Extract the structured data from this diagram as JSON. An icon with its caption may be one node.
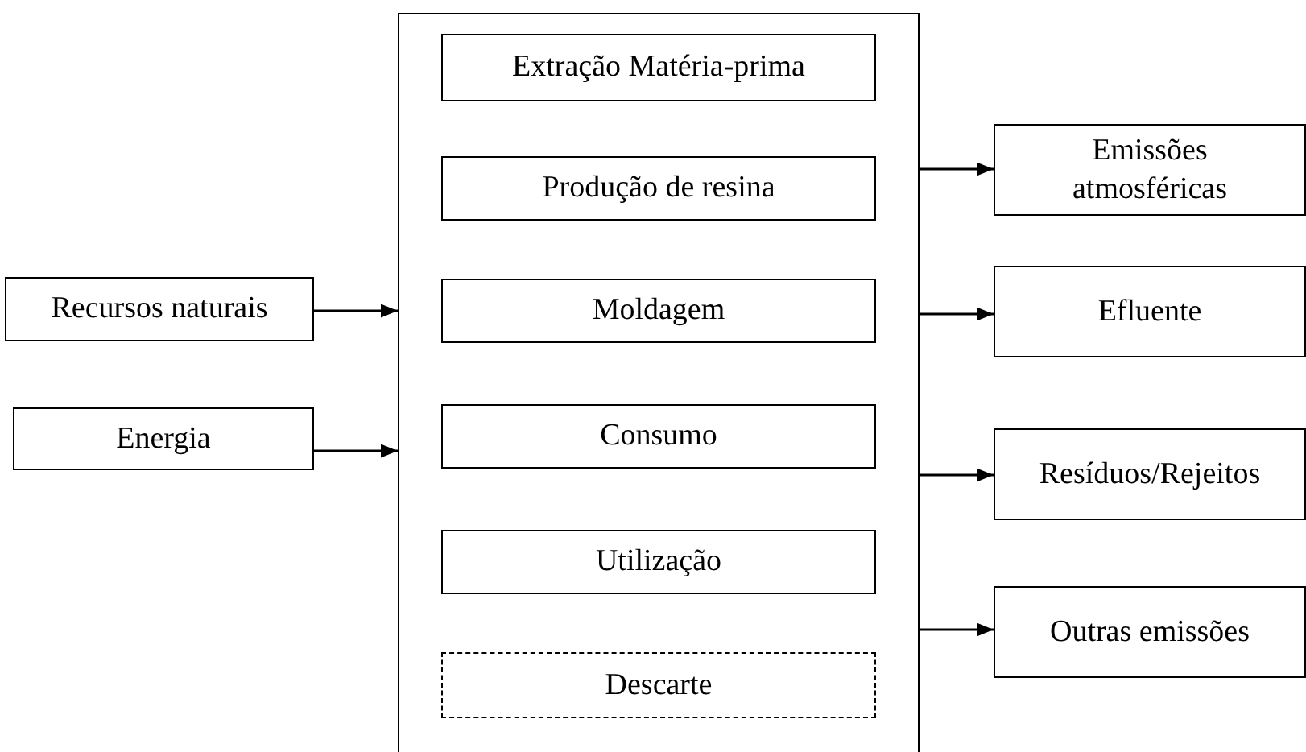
{
  "diagram": {
    "nodes": [
      {
        "text": [],
        "shape": "box"
      },
      {
        "text": [
          "Extração Matéria-prima"
        ],
        "in": 0
      },
      {
        "text": [
          "Produção de resina"
        ],
        "in": 0
      },
      {
        "text": [
          "Moldagem"
        ],
        "in": 0
      },
      {
        "text": [
          "Consumo"
        ],
        "in": 0
      },
      {
        "text": [
          "Utilização"
        ],
        "in": 0
      },
      {
        "text": [
          "Descarte"
        ],
        "in": 0
      },
      {
        "text": [
          "Recursos naturais"
        ]
      },
      {
        "text": [
          "Energia"
        ]
      },
      {
        "text": [
          "Emissões atmosféricas"
        ]
      },
      {
        "text": [
          "Efluente"
        ]
      },
      {
        "text": [
          "Resíduos/Rejeitos"
        ]
      },
      {
        "text": [
          "Outras emissões"
        ]
      }
    ],
    "edges": [
      {
        "from": 7,
        "to": 0,
        "arrow": "to"
      },
      {
        "from": 8,
        "to": 0,
        "arrow": "to"
      },
      {
        "from": 0,
        "to": 9,
        "arrow": "to"
      },
      {
        "from": 0,
        "to": 10,
        "arrow": "to"
      },
      {
        "from": 0,
        "to": 11,
        "arrow": "to"
      },
      {
        "from": 0,
        "to": 12,
        "arrow": "to"
      }
    ]
  }
}
